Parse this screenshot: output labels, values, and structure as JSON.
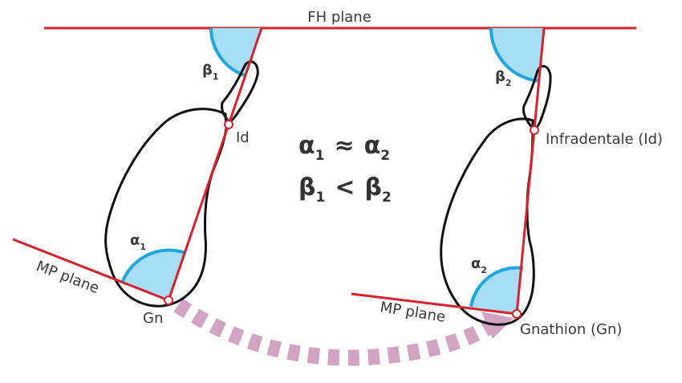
{
  "planes": {
    "fh": "FH plane",
    "mp_left": "MP plane",
    "mp_right": "MP plane"
  },
  "points": {
    "id_left": "Id",
    "gn_left": "Gn",
    "id_right": "Infradentale (Id)",
    "gn_right": "Gnathion (Gn)"
  },
  "angles": {
    "alpha": "α",
    "beta": "β",
    "sub1": "1",
    "sub2": "2"
  },
  "equations": {
    "line1": {
      "a": "α",
      "a_sub": "1",
      "op": "≈",
      "b": "α",
      "b_sub": "2"
    },
    "line2": {
      "a": "β",
      "a_sub": "1",
      "op": "<",
      "b": "β",
      "b_sub": "2"
    }
  },
  "colors": {
    "line": "#d9212c",
    "outline": "#111111",
    "angle_fill": "#a8def5",
    "angle_arc": "#1ea6e2",
    "arrow": "#d3a3c3"
  }
}
